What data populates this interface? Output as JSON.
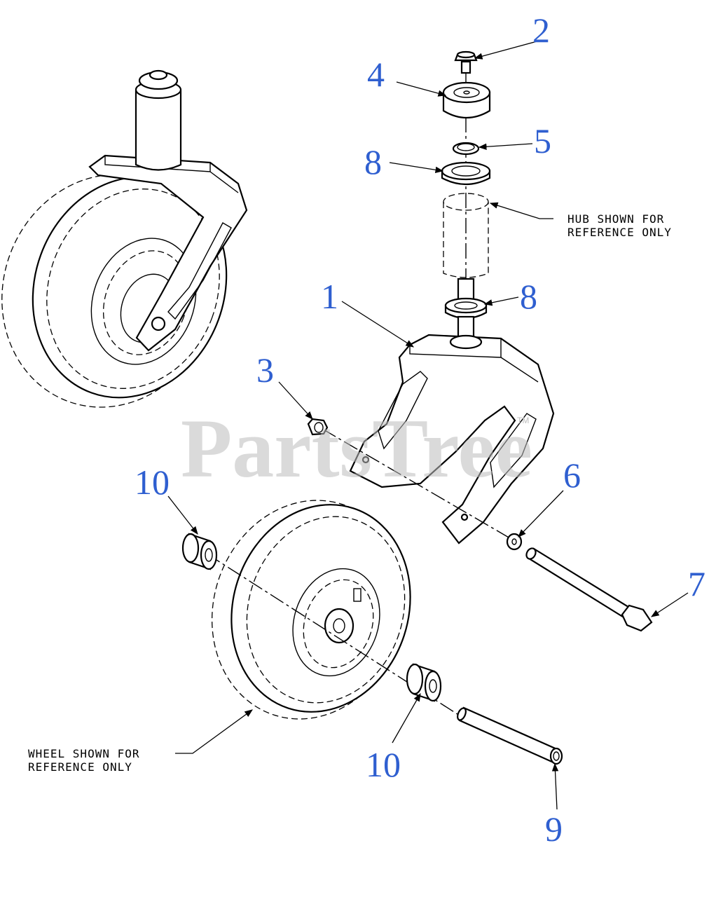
{
  "watermark": {
    "text": "PartsTree",
    "trademark": "TM"
  },
  "callouts": {
    "c1": "1",
    "c2": "2",
    "c3": "3",
    "c4": "4",
    "c5": "5",
    "c6": "6",
    "c7": "7",
    "c8a": "8",
    "c8b": "8",
    "c9": "9",
    "c10a": "10",
    "c10b": "10"
  },
  "notes": {
    "hub_line1": "HUB SHOWN FOR",
    "hub_line2": "REFERENCE ONLY",
    "wheel_line1": "WHEEL SHOWN FOR",
    "wheel_line2": "REFERENCE ONLY"
  },
  "colors": {
    "callout": "#2f5fd0",
    "line": "#000000",
    "watermark": "#bdbdbd"
  }
}
